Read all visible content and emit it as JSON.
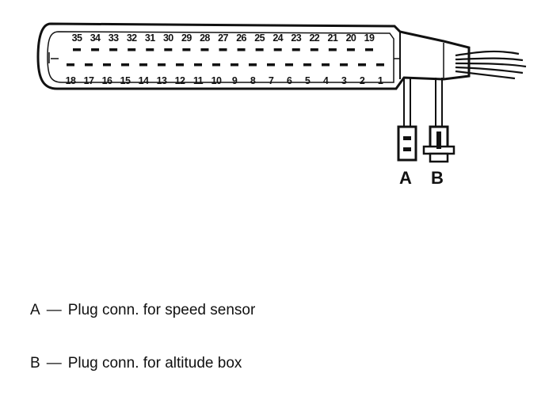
{
  "connector": {
    "top_row_pins": [
      "35",
      "34",
      "33",
      "32",
      "31",
      "30",
      "29",
      "28",
      "27",
      "26",
      "25",
      "24",
      "23",
      "22",
      "21",
      "20",
      "19"
    ],
    "bottom_row_pins": [
      "18",
      "17",
      "16",
      "15",
      "14",
      "13",
      "12",
      "11",
      "10",
      "9",
      "8",
      "7",
      "6",
      "5",
      "4",
      "3",
      "2",
      "1"
    ]
  },
  "plugs": [
    {
      "letter": "A"
    },
    {
      "letter": "B"
    }
  ],
  "legend": [
    {
      "letter": "A",
      "dash": "—",
      "text": "Plug conn. for speed sensor"
    },
    {
      "letter": "B",
      "dash": "—",
      "text": "Plug conn. for altitude box"
    }
  ]
}
